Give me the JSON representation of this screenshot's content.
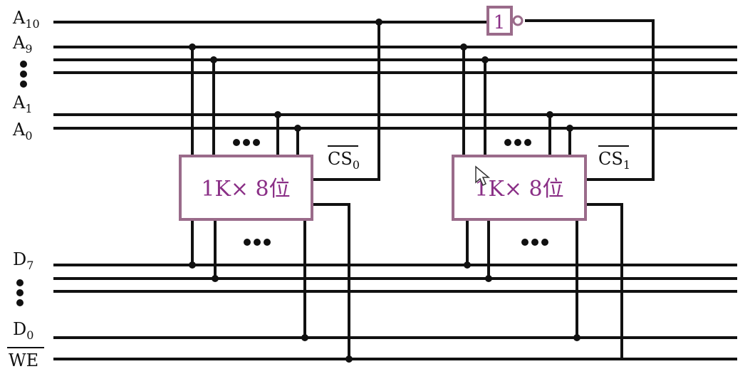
{
  "address_labels": [
    {
      "base": "A",
      "sub": "10"
    },
    {
      "base": "A",
      "sub": "9"
    },
    {
      "base": "A",
      "sub": "1"
    },
    {
      "base": "A",
      "sub": "0"
    }
  ],
  "data_labels": [
    {
      "base": "D",
      "sub": "7"
    },
    {
      "base": "D",
      "sub": "0"
    }
  ],
  "we_label": "WE",
  "chips": [
    {
      "label": "1K× 8位",
      "cs": {
        "base": "CS",
        "sub": "0"
      }
    },
    {
      "label": "1K× 8位",
      "cs": {
        "base": "CS",
        "sub": "1"
      }
    }
  ],
  "inverter_label": "1",
  "colors": {
    "wire": "#111111",
    "chip_border": "#9a6b8a",
    "chip_text": "#8a2f86"
  }
}
